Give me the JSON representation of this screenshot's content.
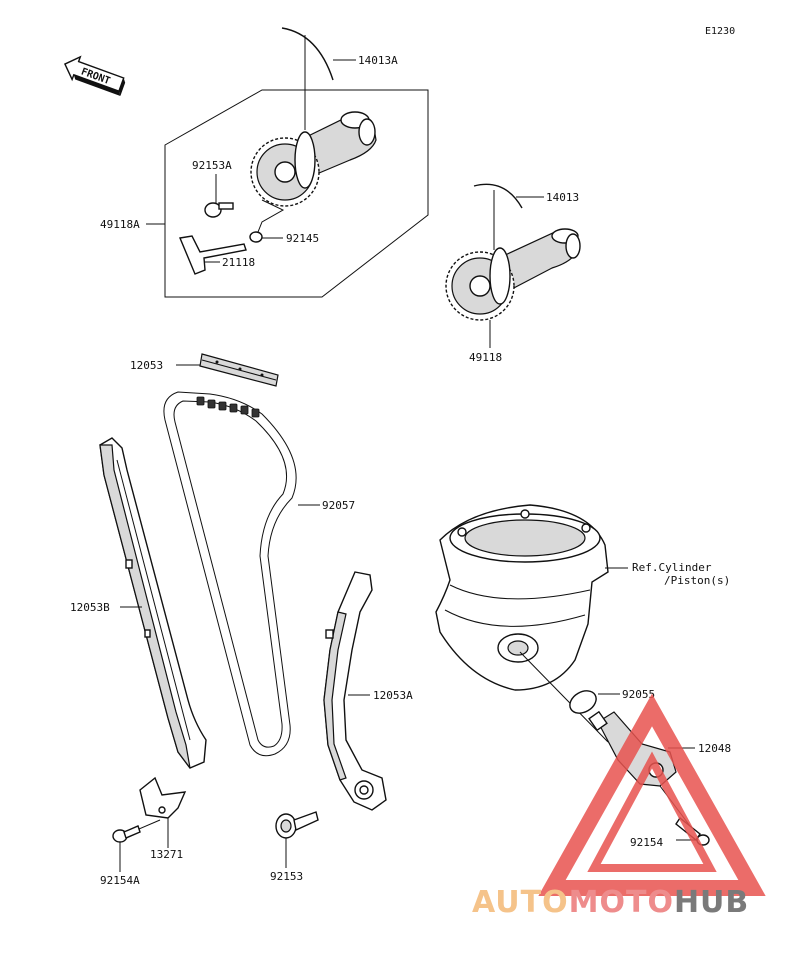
{
  "diagram_code": "E1230",
  "front_label": "FRONT",
  "reference_label_line1": "Ref.Cylinder",
  "reference_label_line2": "/Piston(s)",
  "watermark": {
    "part1": "AUTO",
    "part2": "MOTO",
    "part3": "HUB",
    "color_auto": "#f5c38a",
    "color_moto": "#ee8c8c",
    "color_hub": "#7a7a7a",
    "triangle_color": "#e8534f"
  },
  "parts": [
    {
      "id": "14013A"
    },
    {
      "id": "92153A"
    },
    {
      "id": "49118A"
    },
    {
      "id": "92145"
    },
    {
      "id": "21118"
    },
    {
      "id": "14013"
    },
    {
      "id": "49118"
    },
    {
      "id": "12053"
    },
    {
      "id": "92057"
    },
    {
      "id": "12053B"
    },
    {
      "id": "12053A"
    },
    {
      "id": "92055"
    },
    {
      "id": "12048"
    },
    {
      "id": "92154"
    },
    {
      "id": "13271"
    },
    {
      "id": "92153"
    },
    {
      "id": "92154A"
    }
  ]
}
